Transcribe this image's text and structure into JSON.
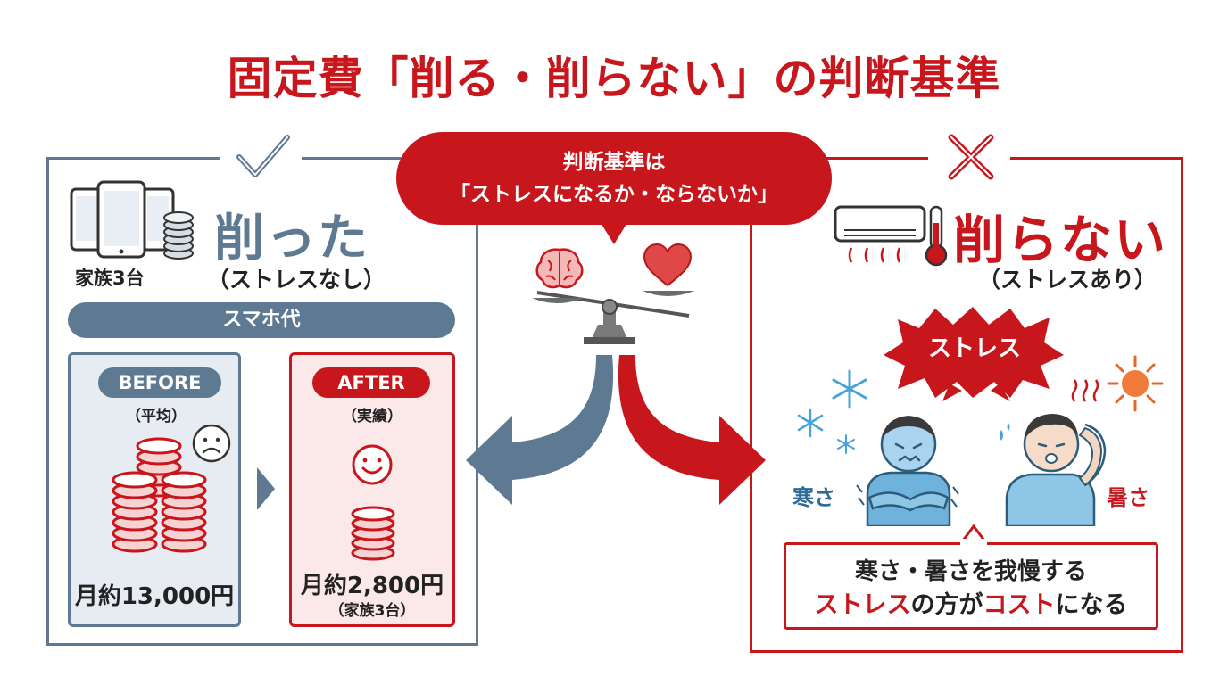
{
  "title": "固定費「削る・削らない」の判断基準",
  "center": {
    "bubble_line1": "判断基準は",
    "bubble_line2": "「ストレスになるか・ならないか」"
  },
  "left": {
    "heading": "削った",
    "subheading": "（ストレスなし）",
    "family_label": "家族3台",
    "category_bar": "スマホ代",
    "before": {
      "label": "BEFORE",
      "note": "（平均）",
      "value": "月約13,000円"
    },
    "after": {
      "label": "AFTER",
      "note": "（実績）",
      "value": "月約2,800円",
      "value_note": "（家族3台）"
    }
  },
  "right": {
    "heading": "削らない",
    "subheading": "（ストレスあり）",
    "stress_label": "ストレス",
    "cold_label": "寒さ",
    "hot_label": "暑さ",
    "conclusion_line1": "寒さ・暑さを我慢する",
    "conclusion_line2_a": "ストレス",
    "conclusion_line2_b": "の方が",
    "conclusion_line2_c": "コスト",
    "conclusion_line2_d": "になる"
  },
  "icons": {
    "left_mark": "check-icon",
    "right_mark": "cross-icon",
    "smartphones": "smartphones-icon",
    "coins": "coin-stack-icon",
    "sad": "sad-face-icon",
    "smile": "smile-face-icon",
    "brain": "brain-icon",
    "heart": "heart-icon",
    "scale": "balance-scale-icon",
    "aircon": "air-conditioner-icon",
    "thermometer": "thermometer-icon",
    "snowflake": "snowflake-icon",
    "sun": "sun-icon"
  },
  "colors": {
    "brand_red": "#c8161d",
    "slate_blue": "#5e7a93",
    "before_bg": "#e6ecf1",
    "after_bg": "#fbe8e8"
  }
}
